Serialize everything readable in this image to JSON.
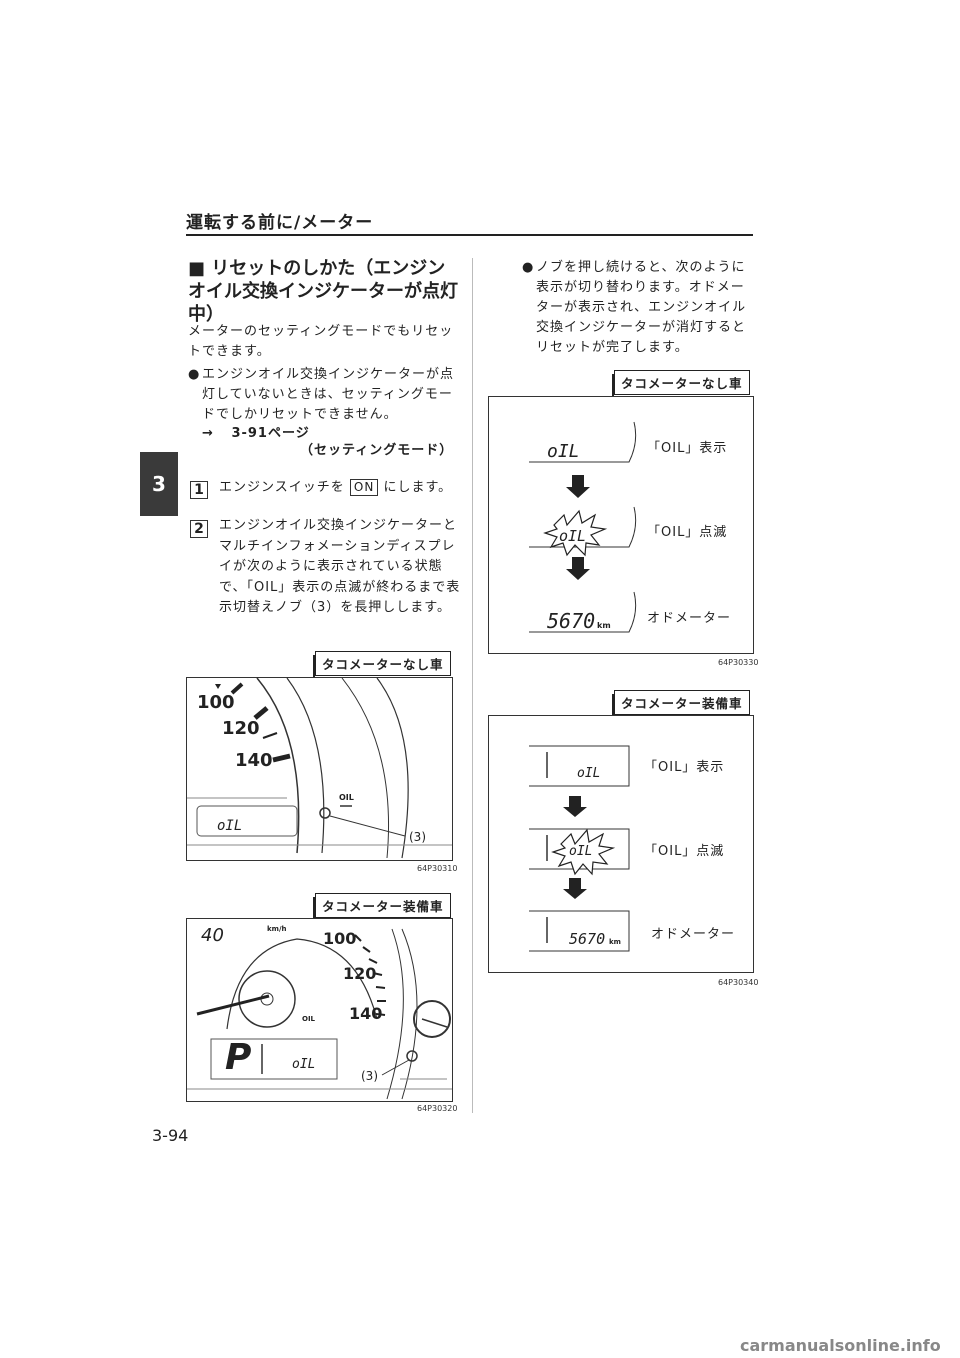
{
  "header": {
    "title": "運転する前に/メーター"
  },
  "chapter_tab": "3",
  "page_number": "3-94",
  "footer": "carmanualsonline.info",
  "left": {
    "section_title": "■ リセットのしかた（エンジンオイル交換インジケーターが点灯中）",
    "intro": "メーターのセッティングモードでもリセットできます。",
    "bullet": "エンジンオイル交換インジケーターが点灯していないときは、セッティングモードでしかリセットできません。",
    "ref_arrow": "→",
    "ref_page": "3-91ページ",
    "ref_name": "（セッティングモード）",
    "step1_num": "1",
    "step1_pre": "エンジンスイッチを",
    "step1_on": "ON",
    "step1_post": "にします。",
    "step2_num": "2",
    "step2_text": "エンジンオイル交換インジケーターとマルチインフォメーションディスプレイが次のように表示されている状態で、「OIL」表示の点滅が終わるまで表示切替えノブ（3）を長押しします。",
    "fig1": {
      "tag": "タコメーターなし車",
      "code": "64P30310",
      "speed_labels": [
        "100",
        "120",
        "140"
      ],
      "oil_label": "OIL",
      "lcd": "oIL",
      "callout": "(3)"
    },
    "fig2": {
      "tag": "タコメーター装備車",
      "code": "64P30320",
      "speed_labels": [
        "40",
        "100",
        "120",
        "140"
      ],
      "unit": "km/h",
      "oil_label": "OIL",
      "gear": "P",
      "lcd": "oIL",
      "callout": "(3)"
    }
  },
  "right": {
    "bullet": "ノブを押し続けると、次のように表示が切り替わります。オドメーターが表示され、エンジンオイル交換インジケーターが消灯するとリセットが完了します。",
    "fig3": {
      "tag": "タコメーターなし車",
      "code": "64P30330",
      "rows": [
        {
          "lcd": "oIL",
          "label": "「OIL」表示"
        },
        {
          "lcd": "oIL",
          "label": "「OIL」点滅"
        },
        {
          "lcd": "5670",
          "unit": "km",
          "label": "オドメーター"
        }
      ]
    },
    "fig4": {
      "tag": "タコメーター装備車",
      "code": "64P30340",
      "rows": [
        {
          "lcd": "oIL",
          "label": "「OIL」表示"
        },
        {
          "lcd": "oIL",
          "label": "「OIL」点滅"
        },
        {
          "lcd": "5670",
          "unit": "km",
          "label": "オドメーター"
        }
      ]
    }
  }
}
